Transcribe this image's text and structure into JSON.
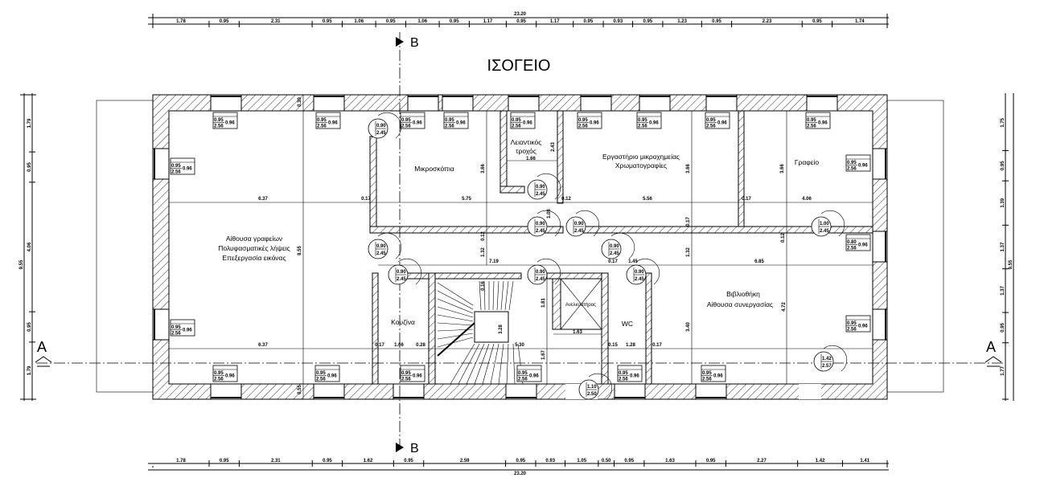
{
  "title": "ΙΣΟΓΕΙΟ",
  "sections": {
    "a": "A",
    "b": "B"
  },
  "dimensions": {
    "top": {
      "total": "23.20",
      "segments": [
        "1.78",
        "0.95",
        "2.31",
        "0.95",
        "1.06",
        "0.95",
        "1.06",
        "0.95",
        "1.17",
        "0.95",
        "1.17",
        "0.95",
        "0.93",
        "0.95",
        "1.23",
        "0.95",
        "2.23",
        "0.95",
        "1.74"
      ]
    },
    "bottom": {
      "total": "23.20",
      "segments": [
        "1.78",
        "0.95",
        "2.31",
        "0.95",
        "1.62",
        "0.95",
        "2.59",
        "0.95",
        "0.93",
        "1.05",
        "0.50",
        "0.95",
        "1.63",
        "0.95",
        "2.27",
        "1.42",
        "1.41"
      ]
    },
    "left": {
      "total": "9.55",
      "segments": [
        "1.79",
        "0.95",
        "4.06",
        "0.95",
        "1.79"
      ]
    },
    "right": {
      "total": "9.55",
      "segments": [
        "1.75",
        "0.95",
        "1.39",
        "1.37",
        "1.37",
        "0.95",
        "1.77"
      ]
    }
  },
  "interior_dims": [
    "6.37",
    "0.17",
    "5.75",
    "0.12",
    "5.56",
    "0.17",
    "4.06",
    "3.66",
    "2.43",
    "1.66",
    "3.66",
    "3.66",
    "0.17",
    "0.12",
    "1.08",
    "0.12",
    "1.32",
    "7.19",
    "0.17",
    "1.45",
    "6.85",
    "1.32",
    "8.55",
    "6.37",
    "0.17",
    "1.66",
    "0.28",
    "5.30",
    "0.15",
    "1.28",
    "0.17",
    "1.81",
    "3.28",
    "1.67",
    "1.63",
    "3.40",
    "4.72",
    "0.30",
    "0.55",
    "0.16"
  ],
  "rooms": {
    "offices": [
      "Αίθουσα γραφείων",
      "Πολυφασματικές λήψεις",
      "Επεξεργασία εικόνας"
    ],
    "microscopy": [
      "Μικροσκόπια"
    ],
    "grinding": [
      "Λειαντικός",
      "τροχός"
    ],
    "lab": [
      "Εργαστήριο μικροχημείας",
      "Χρωματογραφίες"
    ],
    "office": [
      "Γραφείο"
    ],
    "kitchen": [
      "Κουζίνα"
    ],
    "elevator": [
      "Ανελκυστήρας"
    ],
    "wc": [
      "WC"
    ],
    "library": [
      "Βιβλιοθήκη",
      "Αίθουσα συνεργασίας"
    ]
  },
  "window_tags": [
    {
      "w": "0.95",
      "h": "2.56",
      "s": "0.96"
    },
    {
      "w": "0.95",
      "h": "2.56",
      "s": "0.96"
    },
    {
      "w": "0.95",
      "h": "2.56",
      "s": "0.96"
    },
    {
      "w": "0.95",
      "h": "2.56",
      "s": "0.96"
    },
    {
      "w": "0.95",
      "h": "2.56",
      "s": "0.96"
    },
    {
      "w": "0.95",
      "h": "2.56",
      "s": "0.96"
    },
    {
      "w": "0.95",
      "h": "2.56",
      "s": "0.96"
    },
    {
      "w": "0.95",
      "h": "2.56",
      "s": "0.96"
    },
    {
      "w": "0.95",
      "h": "2.56",
      "s": "0.96"
    },
    {
      "w": "0.95",
      "h": "2.56",
      "s": "0.96"
    },
    {
      "w": "0.95",
      "h": "2.56",
      "s": "0.96"
    },
    {
      "w": "0.95",
      "h": "2.56",
      "s": "0.96"
    },
    {
      "w": "0.80",
      "h": "2.56",
      "s": "0.96"
    },
    {
      "w": "0.95",
      "h": "2.56",
      "s": "0.96"
    },
    {
      "w": "0.95",
      "h": "2.56",
      "s": "0.96"
    },
    {
      "w": "0.95",
      "h": "2.56",
      "s": "0.96"
    },
    {
      "w": "0.95",
      "h": "2.56",
      "s": "0.96"
    },
    {
      "w": "0.95",
      "h": "2.56",
      "s": "0.96"
    },
    {
      "w": "0.95",
      "h": "2.56",
      "s": "0.96"
    },
    {
      "w": "0.95",
      "h": "2.56",
      "s": "0.96"
    }
  ],
  "door_tags": [
    {
      "w": "0.90",
      "h": "2.45"
    },
    {
      "w": "0.90",
      "h": "2.45"
    },
    {
      "w": "0.90",
      "h": "2.45"
    },
    {
      "w": "0.90",
      "h": "2.45"
    },
    {
      "w": "0.90",
      "h": "2.45"
    },
    {
      "w": "0.90",
      "h": "2.45"
    },
    {
      "w": "0.90",
      "h": "2.45"
    },
    {
      "w": "1.00",
      "h": "2.45"
    },
    {
      "w": "0.90",
      "h": "2.45"
    },
    {
      "w": "0.90",
      "h": "2.45"
    },
    {
      "w": "1.10",
      "h": "2.50"
    },
    {
      "w": "1.42",
      "h": "2.57"
    }
  ]
}
